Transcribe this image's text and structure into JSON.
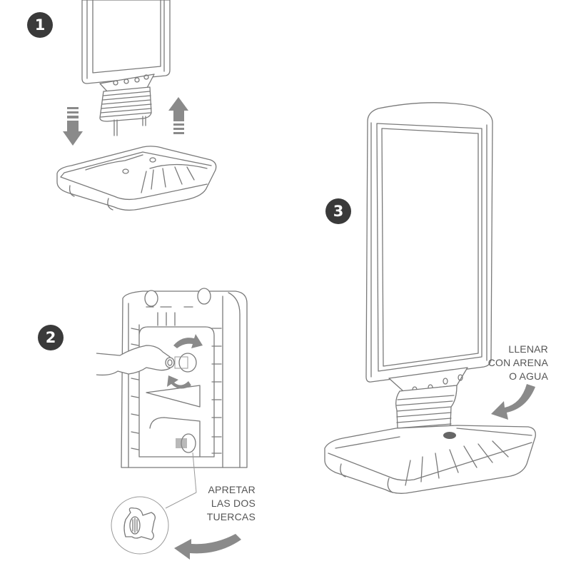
{
  "title": "Instrucciones de montaje del soporte publicitario",
  "steps": [
    {
      "number": "1",
      "description": "Insert the poster frame pins into the base"
    },
    {
      "number": "2",
      "description": "Tighten the nuts underneath the base"
    },
    {
      "number": "3",
      "description": "Assembled stand; fill base"
    }
  ],
  "annotations": {
    "step2_note": [
      "APRETAR",
      "LAS DOS",
      "TUERCAS"
    ],
    "step3_note": [
      "LLENAR",
      "CON ARENA",
      "O AGUA"
    ]
  },
  "icons": [
    "arrow-down-icon",
    "arrow-up-icon",
    "rotate-arrow-icon",
    "curved-arrow-icon",
    "nut-detail-icon"
  ],
  "colors": {
    "badge": "#3a3a3a",
    "line": "#7a7a7a",
    "arrow": "#8a8a8a",
    "text": "#555555"
  }
}
